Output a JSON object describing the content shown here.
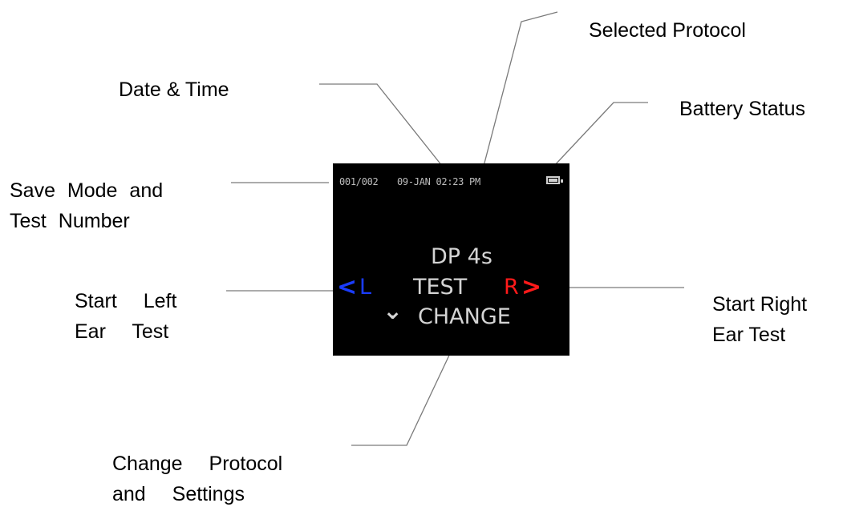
{
  "callouts": {
    "selected_protocol": "Selected Protocol",
    "date_time": "Date & Time",
    "battery_status": "Battery Status",
    "save_mode": [
      "Save Mode and",
      "Test Number"
    ],
    "start_left": [
      "Start Left",
      "Ear Test"
    ],
    "start_right": [
      "Start Right",
      "Ear Test"
    ],
    "change_protocol": [
      "Change Protocol",
      "and Settings"
    ]
  },
  "screen": {
    "test_number": "001/002",
    "date_time": "09-JAN 02:23 PM",
    "battery_icon": "battery-full-icon",
    "protocol": "DP 4s",
    "left_chevron": "<",
    "left_label": "L",
    "test_label": "TEST",
    "right_label": "R",
    "right_chevron": ">",
    "down_chevron": "⌄",
    "change_label": "CHANGE"
  },
  "colors": {
    "screen_background": "#000000",
    "screen_text": "#d4d4d4",
    "left_ear": "#1a3cff",
    "right_ear": "#ff1a1a",
    "leader_line": "#7a7a7a"
  }
}
